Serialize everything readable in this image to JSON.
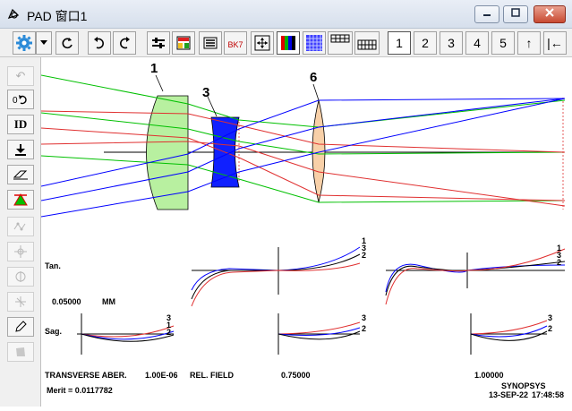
{
  "window": {
    "title": "PAD 窗口1"
  },
  "toolbar": {
    "glass_label": "BK7",
    "pages": [
      "1",
      "2",
      "3",
      "4",
      "5"
    ],
    "up_icon": "↑",
    "first_icon": "|←"
  },
  "sidebar": {
    "undo_icon": "↶",
    "id_label": "ID"
  },
  "lens_labels": [
    "1",
    "3",
    "6"
  ],
  "plot": {
    "tan_label": "Tan.",
    "sag_label": "Sag.",
    "scale_value": "0.05000",
    "scale_unit": "MM",
    "curve_tags_tan": [
      "1",
      "3",
      "2"
    ],
    "curve_tags_sag": [
      "3",
      "1",
      "2"
    ],
    "curve_tags_tan_mid": [
      "3",
      "2"
    ],
    "curve_tags_sag_mid": [
      "3",
      "2"
    ],
    "curve_tags_tan_right": [
      "1",
      "3",
      "2"
    ],
    "curve_tags_sag_right": [
      "3",
      "2"
    ]
  },
  "footer": {
    "aber_label": "TRANSVERSE ABER.",
    "aber_value": "1.00E-06",
    "rel_field_label": "REL. FIELD",
    "field_mid": "0.75000",
    "field_full": "1.00000",
    "merit": "Merit = 0.0117782",
    "company": "SYNOPSYS",
    "date": "13-SEP-22",
    "time": "17:48:58"
  },
  "colors": {
    "red": "#e03030",
    "green": "#00c000",
    "blue": "#0000ff",
    "lens1": "#b8f0a0",
    "lens3": "#1020ff",
    "lens6": "#f8d0a8"
  }
}
